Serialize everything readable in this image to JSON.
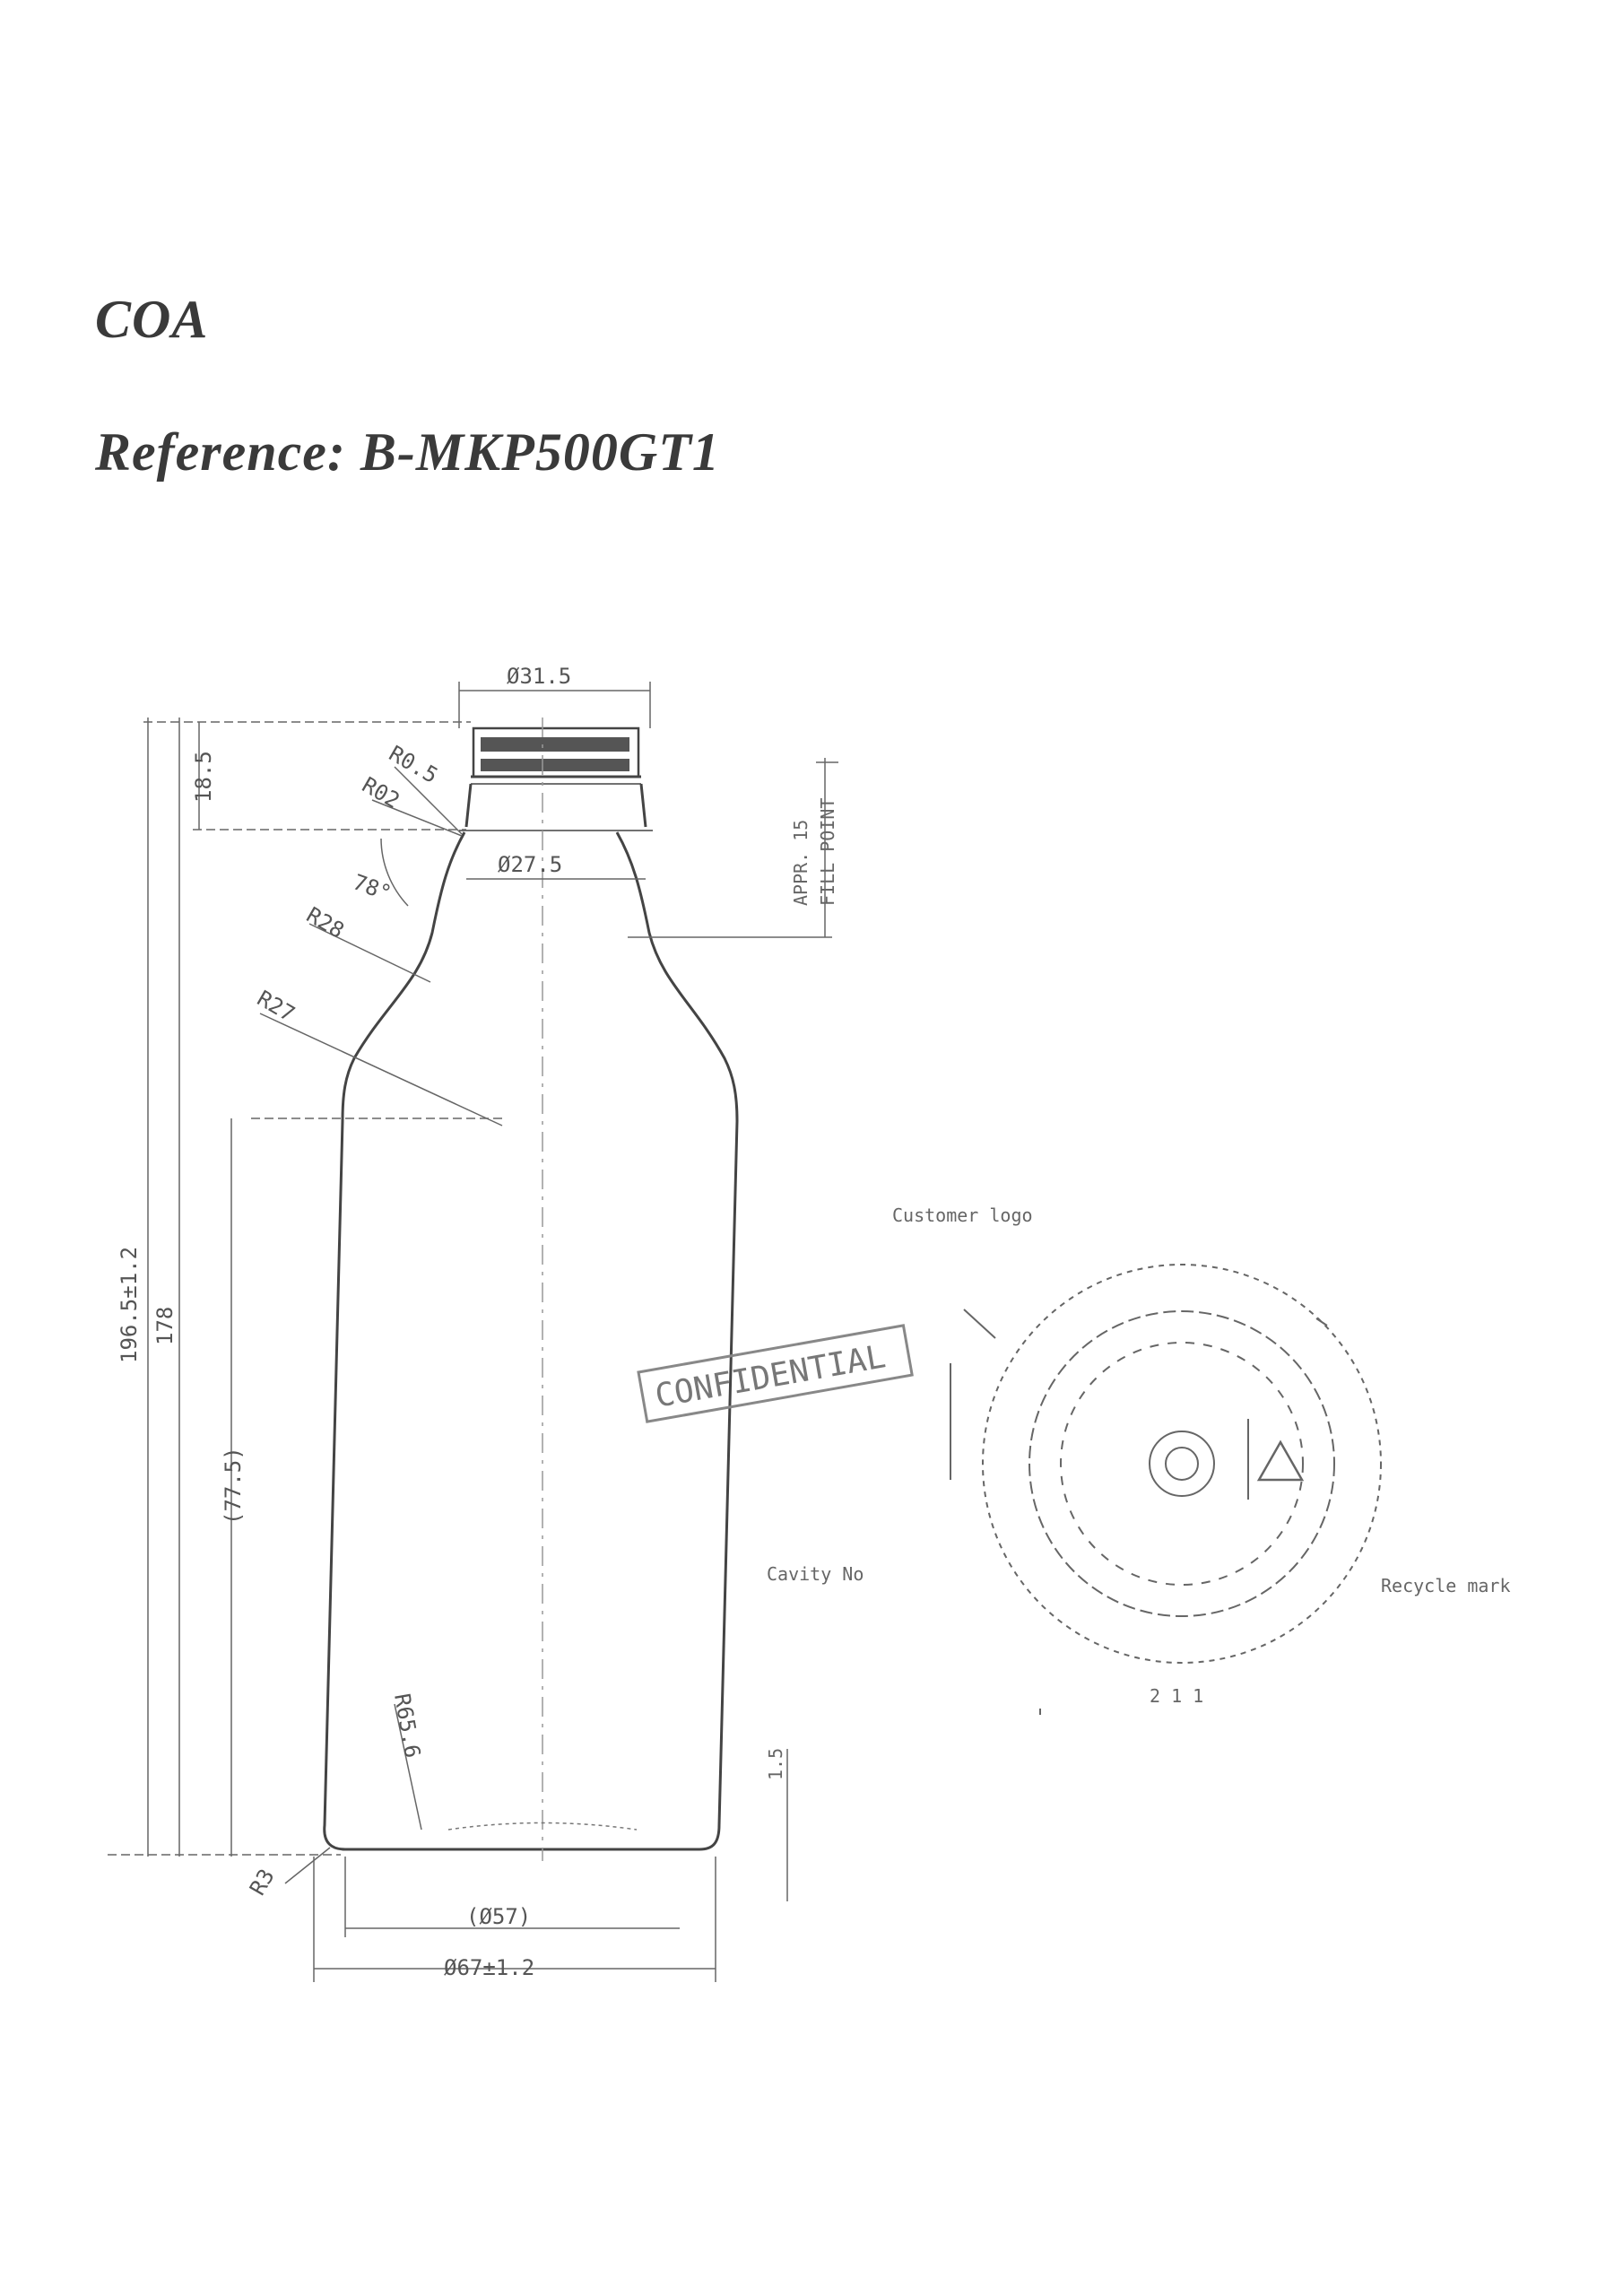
{
  "document": {
    "title": "COA",
    "reference": "Reference: B-MKP500GT1"
  },
  "drawing": {
    "front_view": {
      "dim_finish_diameter": "Ø31.5",
      "dim_neck_diameter": "Ø27.5",
      "dim_finish_height": "18.5",
      "dim_radius_r0_5": "R0.5",
      "dim_radius_r02": "R02",
      "dim_angle": "78°",
      "dim_radius_r28": "R28",
      "dim_radius_r27": "R27",
      "dim_overall_height": "196.5±1.2",
      "dim_height_178": "178",
      "dim_label_height": "(77.5)",
      "dim_base_radius": "R65.6",
      "dim_heel_radius": "R3",
      "dim_base_diameter": "(Ø57)",
      "dim_body_diameter": "Ø67±1.2",
      "dim_base_push": "1.5",
      "fill_point": "APPR. 15\nFILL POINT"
    },
    "bottom_view": {
      "customer_logo": "Customer logo",
      "cavity_no": "Cavity No",
      "recycle_mark": "Recycle mark",
      "dim_bottom": "2 1 1"
    },
    "stamp": "CONFIDENTIAL"
  },
  "colors": {
    "ink": "#3a3a3a",
    "line": "#444444",
    "faint": "#888888"
  }
}
